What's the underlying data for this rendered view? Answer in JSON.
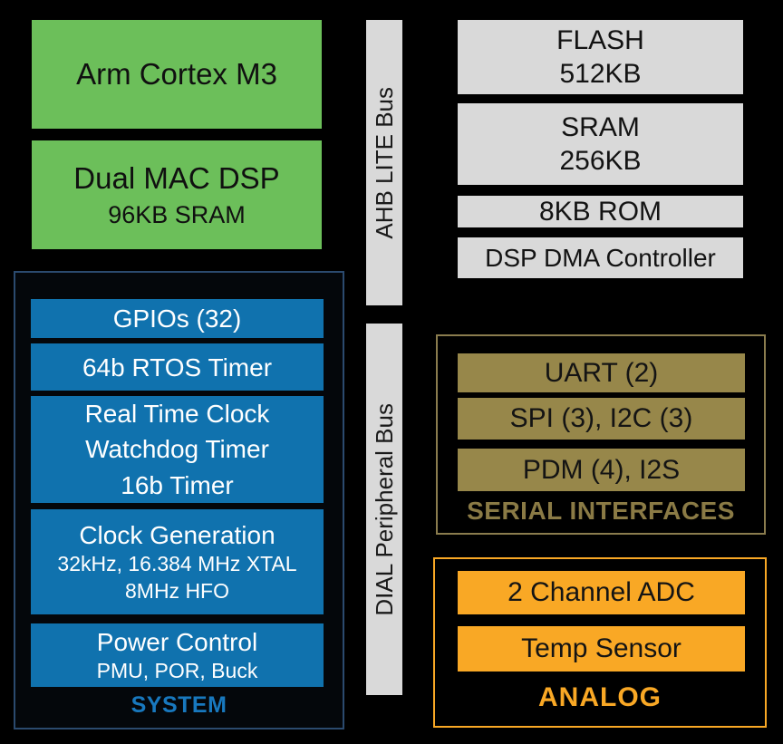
{
  "colors": {
    "background": "#000000",
    "processor_green": "#6cbf5a",
    "memory_gray": "#d9d9d9",
    "system_blue": "#1072ae",
    "system_border": "#2b4a6e",
    "system_label_blue": "#1878be",
    "serial_khaki": "#97874a",
    "serial_border": "#8a7c4e",
    "serial_label": "#8a7a45",
    "analog_orange": "#f9a825"
  },
  "processors": {
    "cortex": {
      "title": "Arm Cortex M3"
    },
    "dsp": {
      "title": "Dual MAC DSP",
      "subtitle": "96KB SRAM"
    }
  },
  "buses": {
    "ahb": "AHB LITE Bus",
    "dial": "DIAL Peripheral Bus"
  },
  "memory": {
    "flash": {
      "line1": "FLASH",
      "line2": "512KB"
    },
    "sram": {
      "line1": "SRAM",
      "line2": "256KB"
    },
    "rom": {
      "title": "8KB ROM"
    },
    "dma": {
      "title": "DSP DMA Controller"
    }
  },
  "system": {
    "label": "SYSTEM",
    "gpio": "GPIOs (32)",
    "rtos": "64b RTOS Timer",
    "rtc_lines": [
      "Real Time Clock",
      "Watchdog Timer",
      "16b Timer"
    ],
    "clock": {
      "title": "Clock Generation",
      "sub1": "32kHz, 16.384 MHz XTAL",
      "sub2": "8MHz HFO"
    },
    "power": {
      "title": "Power Control",
      "sub1": "PMU, POR, Buck"
    }
  },
  "serial": {
    "label": "SERIAL INTERFACES",
    "uart": "UART (2)",
    "spi": "SPI (3), I2C (3)",
    "pdm": "PDM (4), I2S"
  },
  "analog": {
    "label": "ANALOG",
    "adc": "2 Channel ADC",
    "temp": "Temp Sensor"
  }
}
